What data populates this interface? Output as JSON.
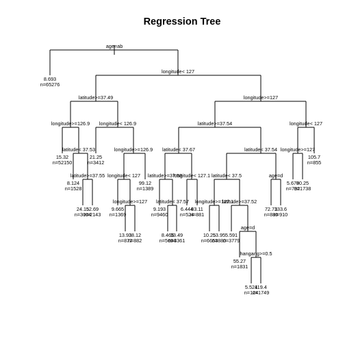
{
  "title": "Regression Tree",
  "splits": {
    "root": "age=ab",
    "n_lon127": "longitude< 127",
    "n_lat3749": "latitude>=37.49",
    "n_lon127b": "longitude>=127",
    "n_lon1269a": "longitude>=126.9",
    "n_lon1269b": "longitude< 126.9",
    "n_lat3754a": "latitude>=37.54",
    "n_lon127c": "longitude< 127",
    "n_lat3753": "latitude< 37.53",
    "n_lon1269c": "longitude>=126.9",
    "n_lat3767": "latitude< 37.67",
    "n_lat3754b": "latitude< 37.54",
    "n_lon127d": "longitude>=127",
    "n_lat3755": "latitude>=37.55",
    "n_lon127e": "longitude< 127",
    "n_lat3758": "latitude>=37.58",
    "n_lon1271a": "longitude< 127.1",
    "n_lat375": "latitude< 37.5",
    "n_aged1": "age=d",
    "n_lon127f": "longitude>=127",
    "n_lat3757": "latitude< 37.57",
    "n_lon1271b": "longitude>=127.1",
    "n_lat3752": "latitude>=37.52",
    "n_aged2": "age=d",
    "n_hangang": "hangang>=0.5"
  },
  "leaves": {
    "L1": {
      "value": "8.693",
      "n": "n=65276"
    },
    "L2": {
      "value": "15.32",
      "n": "n=52150"
    },
    "L3": {
      "value": "8.124",
      "n": "n=1528"
    },
    "L4": {
      "value": "24.15",
      "n": "n=3064"
    },
    "L5": {
      "value": "52.69",
      "n": "n=2143"
    },
    "L6": {
      "value": "21.25",
      "n": "n=3412"
    },
    "L7": {
      "value": "9.665",
      "n": "n=1369"
    },
    "L8": {
      "value": "13.93",
      "n": "n=872"
    },
    "L9": {
      "value": "38.12",
      "n": "n=882"
    },
    "L10": {
      "value": "99.12",
      "n": "n=1389"
    },
    "L11": {
      "value": "9.193",
      "n": "n=9460"
    },
    "L12": {
      "value": "8.465",
      "n": "n=5694"
    },
    "L13": {
      "value": "33.49",
      "n": "n=3361"
    },
    "L14": {
      "value": "6.444",
      "n": "n=524"
    },
    "L15": {
      "value": "83.11",
      "n": "n=881"
    },
    "L16": {
      "value": "10.25",
      "n": "n=6653"
    },
    "L17": {
      "value": "53.95",
      "n": "n=880"
    },
    "L18": {
      "value": "5.591",
      "n": "n=3779"
    },
    "L19": {
      "value": "55.27",
      "n": "n=1831"
    },
    "L20": {
      "value": "5.524",
      "n": "n=124"
    },
    "L21": {
      "value": "119.4",
      "n": "n=1749"
    },
    "L22": {
      "value": "72.73",
      "n": "n=886"
    },
    "L23": {
      "value": "133.6",
      "n": "n=910"
    },
    "L24": {
      "value": "5.679",
      "n": "n=792"
    },
    "L25": {
      "value": "80.25",
      "n": "n=1738"
    },
    "L26": {
      "value": "105.7",
      "n": "n=855"
    }
  }
}
